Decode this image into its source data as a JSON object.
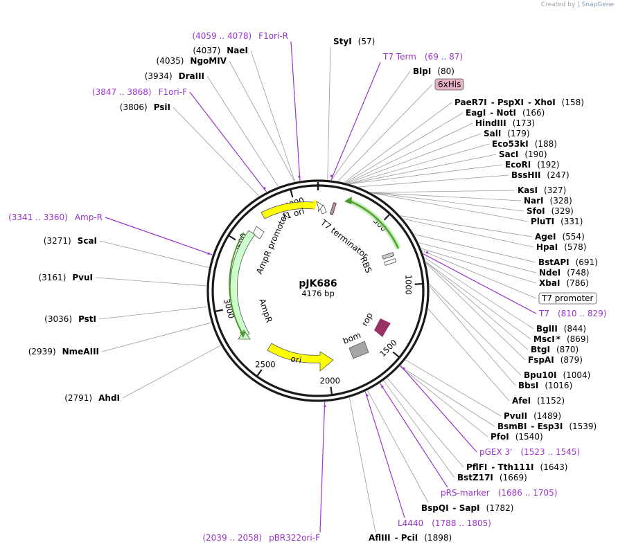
{
  "credit": {
    "prefix": "Created by",
    "brand": "SnapGene"
  },
  "plasmid": {
    "name": "pJK686",
    "length": "4176 bp"
  },
  "ticks": [
    "500",
    "1000",
    "1500",
    "2000",
    "2500",
    "3000",
    "3500",
    "4000"
  ],
  "features": {
    "t7_terminator": "T7 terminator",
    "rbs": "RBS",
    "f1_ori": "f1 ori",
    "ampr_promoter": "AmpR promoter",
    "ampr": "AmpR",
    "ori": "ori",
    "bom": "bom",
    "rop": "rop"
  },
  "labels_right": [
    {
      "id": "styI",
      "name": "StyI",
      "pos": "(57)"
    },
    {
      "id": "t7term",
      "primer": "T7 Term",
      "pos": "(69 .. 87)"
    },
    {
      "id": "blpI",
      "name": "BlpI",
      "pos": "(80)"
    },
    {
      "id": "6xhis",
      "box": "6xHis"
    },
    {
      "id": "paer7i",
      "name": "PaeR7I",
      "name2": "PspXI",
      "name3": "XhoI",
      "pos": "(158)"
    },
    {
      "id": "eagI",
      "name": "EagI",
      "name2": "NotI",
      "pos": "(166)"
    },
    {
      "id": "hindIII",
      "name": "HindIII",
      "pos": "(173)"
    },
    {
      "id": "salI",
      "name": "SalI",
      "pos": "(179)"
    },
    {
      "id": "eco53kI",
      "name": "Eco53kI",
      "pos": "(188)"
    },
    {
      "id": "sacI",
      "name": "SacI",
      "pos": "(190)"
    },
    {
      "id": "ecoRI",
      "name": "EcoRI",
      "pos": "(192)"
    },
    {
      "id": "bssHII",
      "name": "BssHII",
      "pos": "(247)"
    },
    {
      "id": "kasI",
      "name": "KasI",
      "pos": "(327)"
    },
    {
      "id": "narI",
      "name": "NarI",
      "pos": "(328)"
    },
    {
      "id": "sfoI",
      "name": "SfoI",
      "pos": "(329)"
    },
    {
      "id": "pluTI",
      "name": "PluTI",
      "pos": "(331)"
    },
    {
      "id": "ageI",
      "name": "AgeI",
      "pos": "(554)"
    },
    {
      "id": "hpaI",
      "name": "HpaI",
      "pos": "(578)"
    },
    {
      "id": "bstAPI",
      "name": "BstAPI",
      "pos": "(691)"
    },
    {
      "id": "ndeI",
      "name": "NdeI",
      "pos": "(748)"
    },
    {
      "id": "xbaI",
      "name": "XbaI",
      "pos": "(786)"
    },
    {
      "id": "t7prom",
      "box": "T7 promoter"
    },
    {
      "id": "t7",
      "primer": "T7",
      "pos": "(810 .. 829)"
    },
    {
      "id": "bglII",
      "name": "BglII",
      "pos": "(844)"
    },
    {
      "id": "mscI",
      "name": "MscI",
      "star": "*",
      "pos": "(869)"
    },
    {
      "id": "btgI",
      "name": "BtgI",
      "pos": "(870)"
    },
    {
      "id": "fspAI",
      "name": "FspAI",
      "pos": "(879)"
    },
    {
      "id": "bpu10I",
      "name": "Bpu10I",
      "pos": "(1004)"
    },
    {
      "id": "bbsI",
      "name": "BbsI",
      "pos": "(1016)"
    },
    {
      "id": "afeI",
      "name": "AfeI",
      "pos": "(1152)"
    },
    {
      "id": "pvuII",
      "name": "PvuII",
      "pos": "(1489)"
    },
    {
      "id": "bsmBI",
      "name": "BsmBI",
      "name2": "Esp3I",
      "pos": "(1539)"
    },
    {
      "id": "pfoI",
      "name": "PfoI",
      "pos": "(1540)"
    },
    {
      "id": "pgex3",
      "primer": "pGEX 3'",
      "pos": "(1523 .. 1545)"
    },
    {
      "id": "pflFI",
      "name": "PflFI",
      "name2": "Tth111I",
      "pos": "(1643)"
    },
    {
      "id": "bstZ17I",
      "name": "BstZ17I",
      "pos": "(1669)"
    },
    {
      "id": "prs",
      "primer": "pRS-marker",
      "pos": "(1686 .. 1705)"
    },
    {
      "id": "bspQI",
      "name": "BspQI",
      "name2": "SapI",
      "pos": "(1782)"
    },
    {
      "id": "l4440",
      "primer": "L4440",
      "pos": "(1788 .. 1805)"
    },
    {
      "id": "aflIII",
      "name": "AflIII",
      "name2": "PciI",
      "pos": "(1898)"
    }
  ],
  "labels_left": [
    {
      "id": "f1oriR",
      "primer": "F1ori-R",
      "pos": "(4059 .. 4078)"
    },
    {
      "id": "naeI",
      "name": "NaeI",
      "pos": "(4037)"
    },
    {
      "id": "ngoMIV",
      "name": "NgoMIV",
      "pos": "(4035)"
    },
    {
      "id": "draIII",
      "name": "DraIII",
      "pos": "(3934)"
    },
    {
      "id": "f1oriF",
      "primer": "F1ori-F",
      "pos": "(3847 .. 3868)"
    },
    {
      "id": "psiI",
      "name": "PsiI",
      "pos": "(3806)"
    },
    {
      "id": "ampR",
      "primer": "Amp-R",
      "pos": "(3341 .. 3360)"
    },
    {
      "id": "scaI",
      "name": "ScaI",
      "pos": "(3271)"
    },
    {
      "id": "pvuI",
      "name": "PvuI",
      "pos": "(3161)"
    },
    {
      "id": "pstI",
      "name": "PstI",
      "pos": "(3036)"
    },
    {
      "id": "nmeAIII",
      "name": "NmeAIII",
      "pos": "(2939)"
    },
    {
      "id": "ahdI",
      "name": "AhdI",
      "pos": "(2791)"
    },
    {
      "id": "pbr322",
      "primer": "pBR322ori-F",
      "pos": "(2039 .. 2058)"
    }
  ],
  "colors": {
    "backbone": "#1a1a1a",
    "primer": "#9933cc",
    "cds_green": "#ccffcc",
    "ori_yellow": "#ffff00",
    "rop_purple": "#993366",
    "his_box": "#e6b3c8",
    "bom_gray": "#a6a6a6",
    "site_line": "#888888"
  }
}
